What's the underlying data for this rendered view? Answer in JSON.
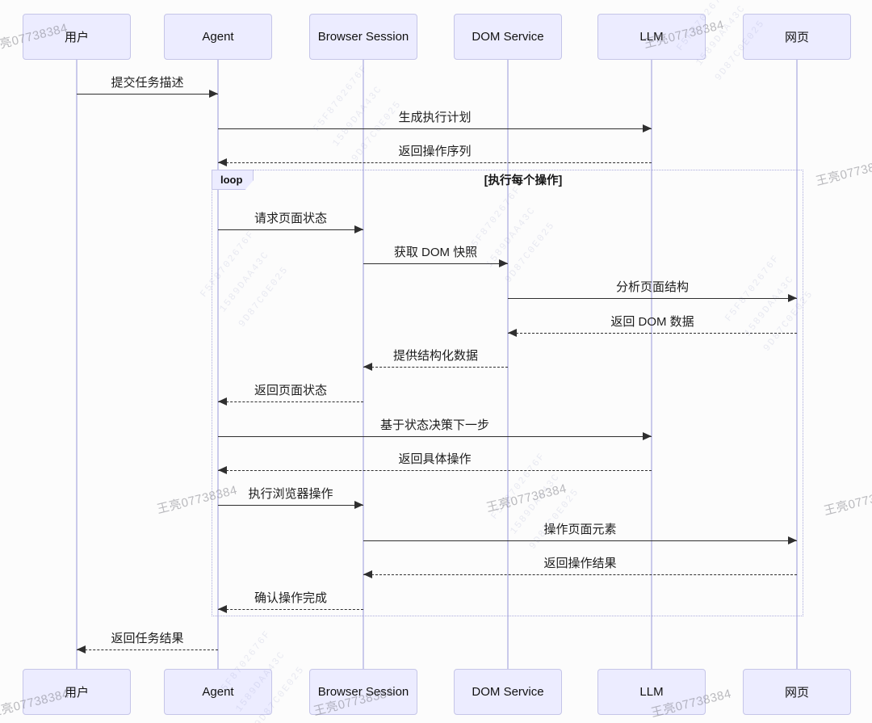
{
  "diagram": {
    "type": "sequence-diagram",
    "actors": [
      {
        "id": "user",
        "label": "用户"
      },
      {
        "id": "agent",
        "label": "Agent"
      },
      {
        "id": "browser-session",
        "label": "Browser Session"
      },
      {
        "id": "dom-service",
        "label": "DOM Service"
      },
      {
        "id": "llm",
        "label": "LLM"
      },
      {
        "id": "webpage",
        "label": "网页"
      }
    ],
    "messages": [
      {
        "from": "user",
        "to": "agent",
        "label": "提交任务描述",
        "line": "solid",
        "section": "main"
      },
      {
        "from": "agent",
        "to": "llm",
        "label": "生成执行计划",
        "line": "solid",
        "section": "main"
      },
      {
        "from": "llm",
        "to": "agent",
        "label": "返回操作序列",
        "line": "dashed",
        "section": "main"
      },
      {
        "from": "agent",
        "to": "browser-session",
        "label": "请求页面状态",
        "line": "solid",
        "section": "loop"
      },
      {
        "from": "browser-session",
        "to": "dom-service",
        "label": "获取 DOM 快照",
        "line": "solid",
        "section": "loop"
      },
      {
        "from": "dom-service",
        "to": "webpage",
        "label": "分析页面结构",
        "line": "solid",
        "section": "loop"
      },
      {
        "from": "webpage",
        "to": "dom-service",
        "label": "返回 DOM 数据",
        "line": "dashed",
        "section": "loop"
      },
      {
        "from": "dom-service",
        "to": "browser-session",
        "label": "提供结构化数据",
        "line": "dashed",
        "section": "loop"
      },
      {
        "from": "browser-session",
        "to": "agent",
        "label": "返回页面状态",
        "line": "dashed",
        "section": "loop"
      },
      {
        "from": "agent",
        "to": "llm",
        "label": "基于状态决策下一步",
        "line": "solid",
        "section": "loop"
      },
      {
        "from": "llm",
        "to": "agent",
        "label": "返回具体操作",
        "line": "dashed",
        "section": "loop"
      },
      {
        "from": "agent",
        "to": "browser-session",
        "label": "执行浏览器操作",
        "line": "solid",
        "section": "loop"
      },
      {
        "from": "browser-session",
        "to": "webpage",
        "label": "操作页面元素",
        "line": "solid",
        "section": "loop"
      },
      {
        "from": "webpage",
        "to": "browser-session",
        "label": "返回操作结果",
        "line": "dashed",
        "section": "loop"
      },
      {
        "from": "browser-session",
        "to": "agent",
        "label": "确认操作完成",
        "line": "dashed",
        "section": "loop"
      },
      {
        "from": "agent",
        "to": "user",
        "label": "返回任务结果",
        "line": "dashed",
        "section": "main"
      }
    ],
    "loop": {
      "keyword": "loop",
      "condition": "[执行每个操作]"
    },
    "colors": {
      "actor_fill": "#ECECFF",
      "actor_border": "#C5C5E8",
      "lifeline": "#CACAEB",
      "loop_border": "#ABABDD",
      "message": "#2F2F2F"
    }
  },
  "watermark": {
    "label": "王亮07738384"
  },
  "texture_marks": [
    "F5F8702676F",
    "1589DAA43C",
    "9D87C0E025"
  ]
}
